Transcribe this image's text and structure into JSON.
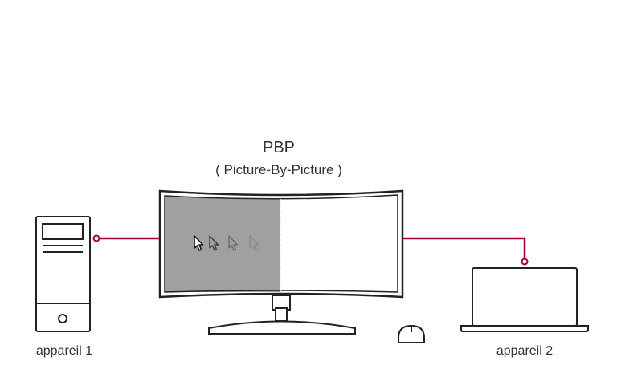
{
  "title": "PBP",
  "subtitle": "( Picture-By-Picture )",
  "devices": [
    {
      "label": "appareil 1",
      "icon": "desktop-tower-icon"
    },
    {
      "label": "appareil 2",
      "icon": "laptop-icon"
    }
  ],
  "monitor_icon": "curved-monitor-icon",
  "mouse_icon": "mouse-icon",
  "colors": {
    "cable": "#a50034",
    "outline": "#222222",
    "left_screen": "#a0a0a0",
    "right_screen": "#ffffff"
  }
}
